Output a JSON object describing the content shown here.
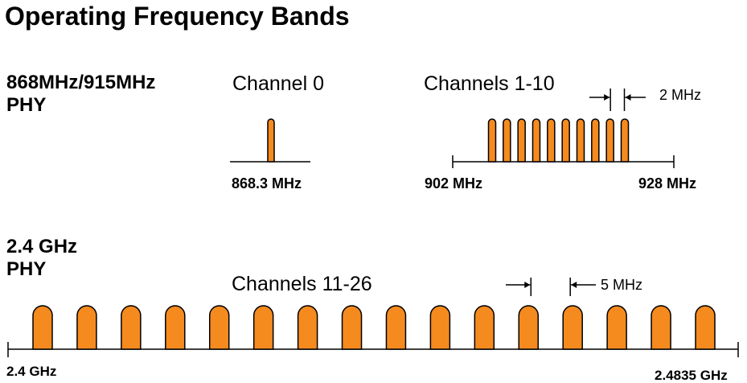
{
  "title": "Operating Frequency Bands",
  "colors": {
    "pulse": "#f58a1f",
    "stroke": "#000000"
  },
  "band_868_915": {
    "phy_line1": "868MHz/915MHz",
    "phy_line2": "PHY",
    "channel0": {
      "label": "Channel 0",
      "freq_label": "868.3 MHz"
    },
    "channels_1_10": {
      "label": "Channels 1-10",
      "count": 10,
      "spacing_label": "2 MHz",
      "start_label": "902 MHz",
      "end_label": "928 MHz"
    }
  },
  "band_2_4": {
    "phy_line1": "2.4 GHz",
    "phy_line2": "PHY",
    "label": "Channels 11-26",
    "count": 16,
    "spacing_label": "5 MHz",
    "start_label": "2.4 GHz",
    "end_label": "2.4835 GHz"
  }
}
